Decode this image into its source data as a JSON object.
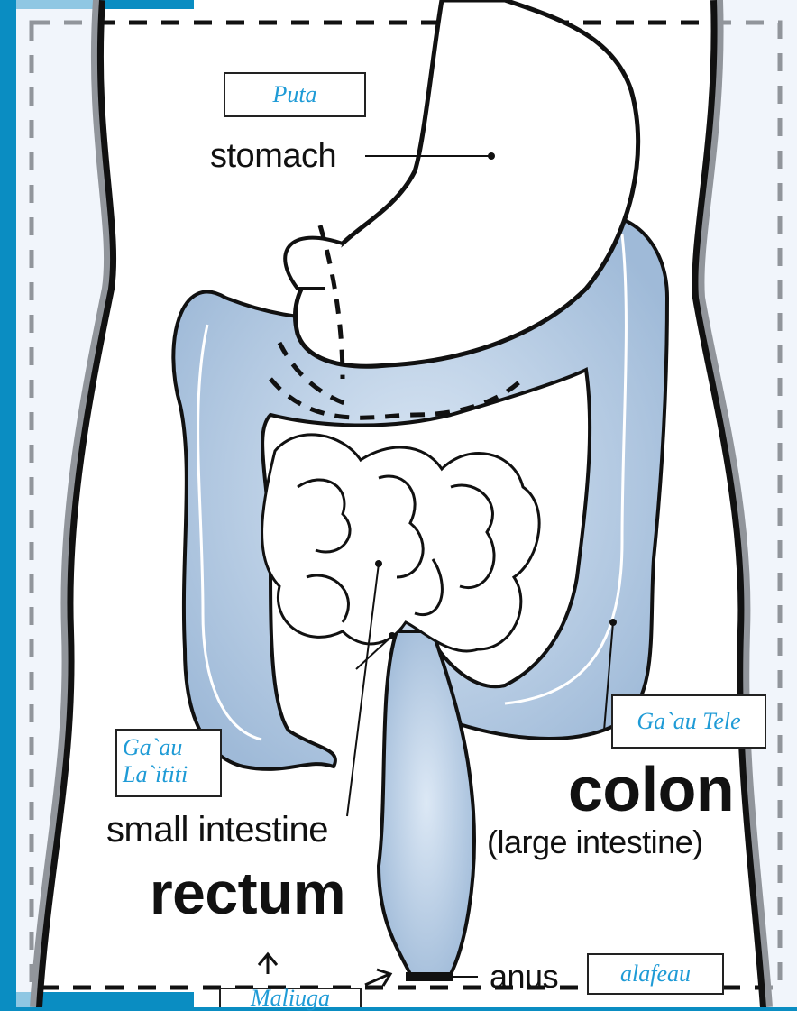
{
  "labels_english": {
    "stomach": "stomach",
    "small_intestine": "small intestine",
    "rectum": "rectum",
    "colon": "colon",
    "colon_sub": "(large intestine)",
    "anus": "anus"
  },
  "labels_translated": {
    "puta": "Puta",
    "gaau_tele": "Ga`au Tele",
    "gaau_laititi_line1": "Ga`au",
    "gaau_laititi_line2": "La`ititi",
    "alafeau": "alafeau",
    "maliuga": "Maliuga"
  },
  "colors": {
    "background_blue": "#0a8dc2",
    "organ_blue": "#a9c3df",
    "translated_text": "#1f9bd6"
  }
}
